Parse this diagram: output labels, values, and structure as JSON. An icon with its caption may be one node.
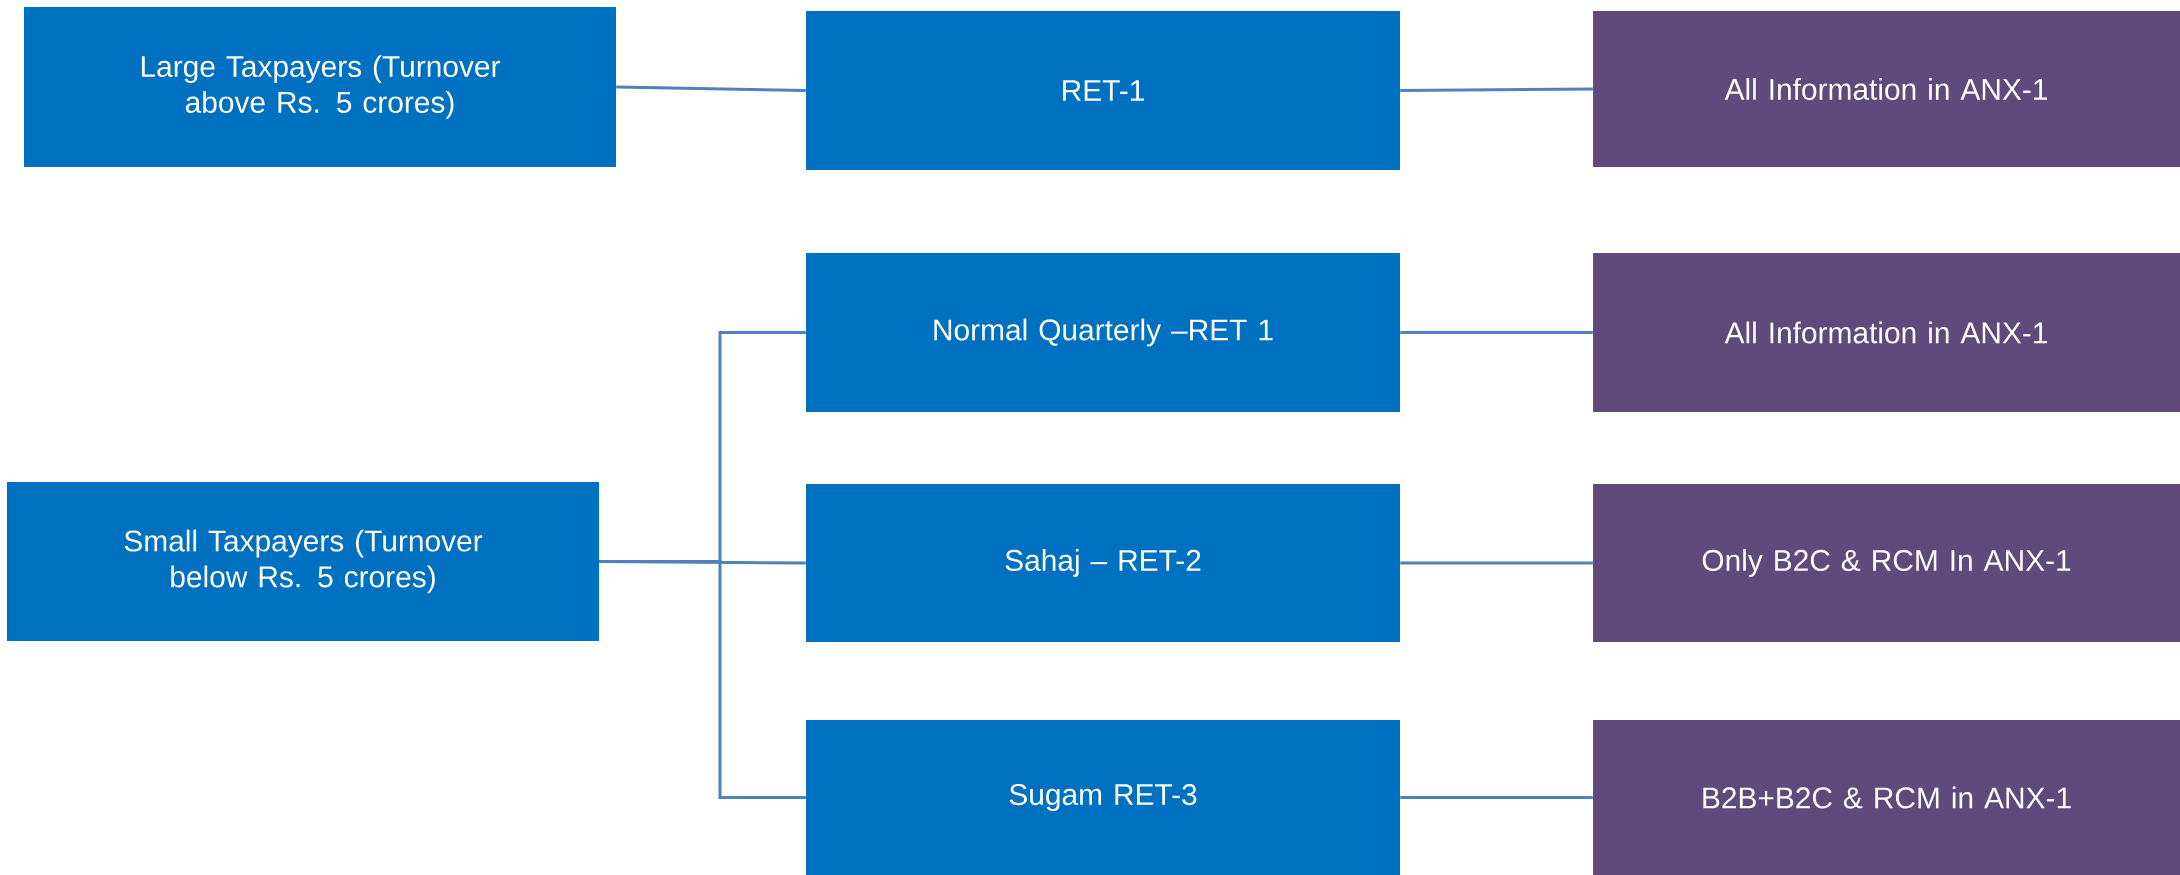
{
  "diagram": {
    "nodes": [
      {
        "text": [
          "Large Taxpayers (Turnover above Rs. 5 crores)"
        ]
      },
      {
        "text": [
          "RET-1"
        ]
      },
      {
        "text": [
          "All Information in ANX-1"
        ]
      },
      {
        "text": [
          "Small Taxpayers (Turnover below Rs. 5 crores)"
        ]
      },
      {
        "text": [
          "Normal Quarterly –RET 1"
        ]
      },
      {
        "text": [
          "All Information in ANX-1"
        ]
      },
      {
        "text": [
          "Sahaj – RET-2"
        ]
      },
      {
        "text": [
          "Only B2C & RCM In ANX-1"
        ]
      },
      {
        "text": [
          "Sugam RET-3"
        ]
      },
      {
        "text": [
          "B2B+B2C & RCM in ANX-1"
        ]
      }
    ],
    "edges": [
      {
        "from": 0,
        "to": 1,
        "arrow": "none"
      },
      {
        "from": 1,
        "to": 2,
        "arrow": "none"
      },
      {
        "from": 3,
        "to": 4,
        "arrow": "none"
      },
      {
        "from": 3,
        "to": 6,
        "arrow": "none"
      },
      {
        "from": 3,
        "to": 8,
        "arrow": "none"
      },
      {
        "from": 4,
        "to": 5,
        "arrow": "none"
      },
      {
        "from": 6,
        "to": 7,
        "arrow": "none"
      },
      {
        "from": 8,
        "to": 9,
        "arrow": "none"
      }
    ]
  }
}
